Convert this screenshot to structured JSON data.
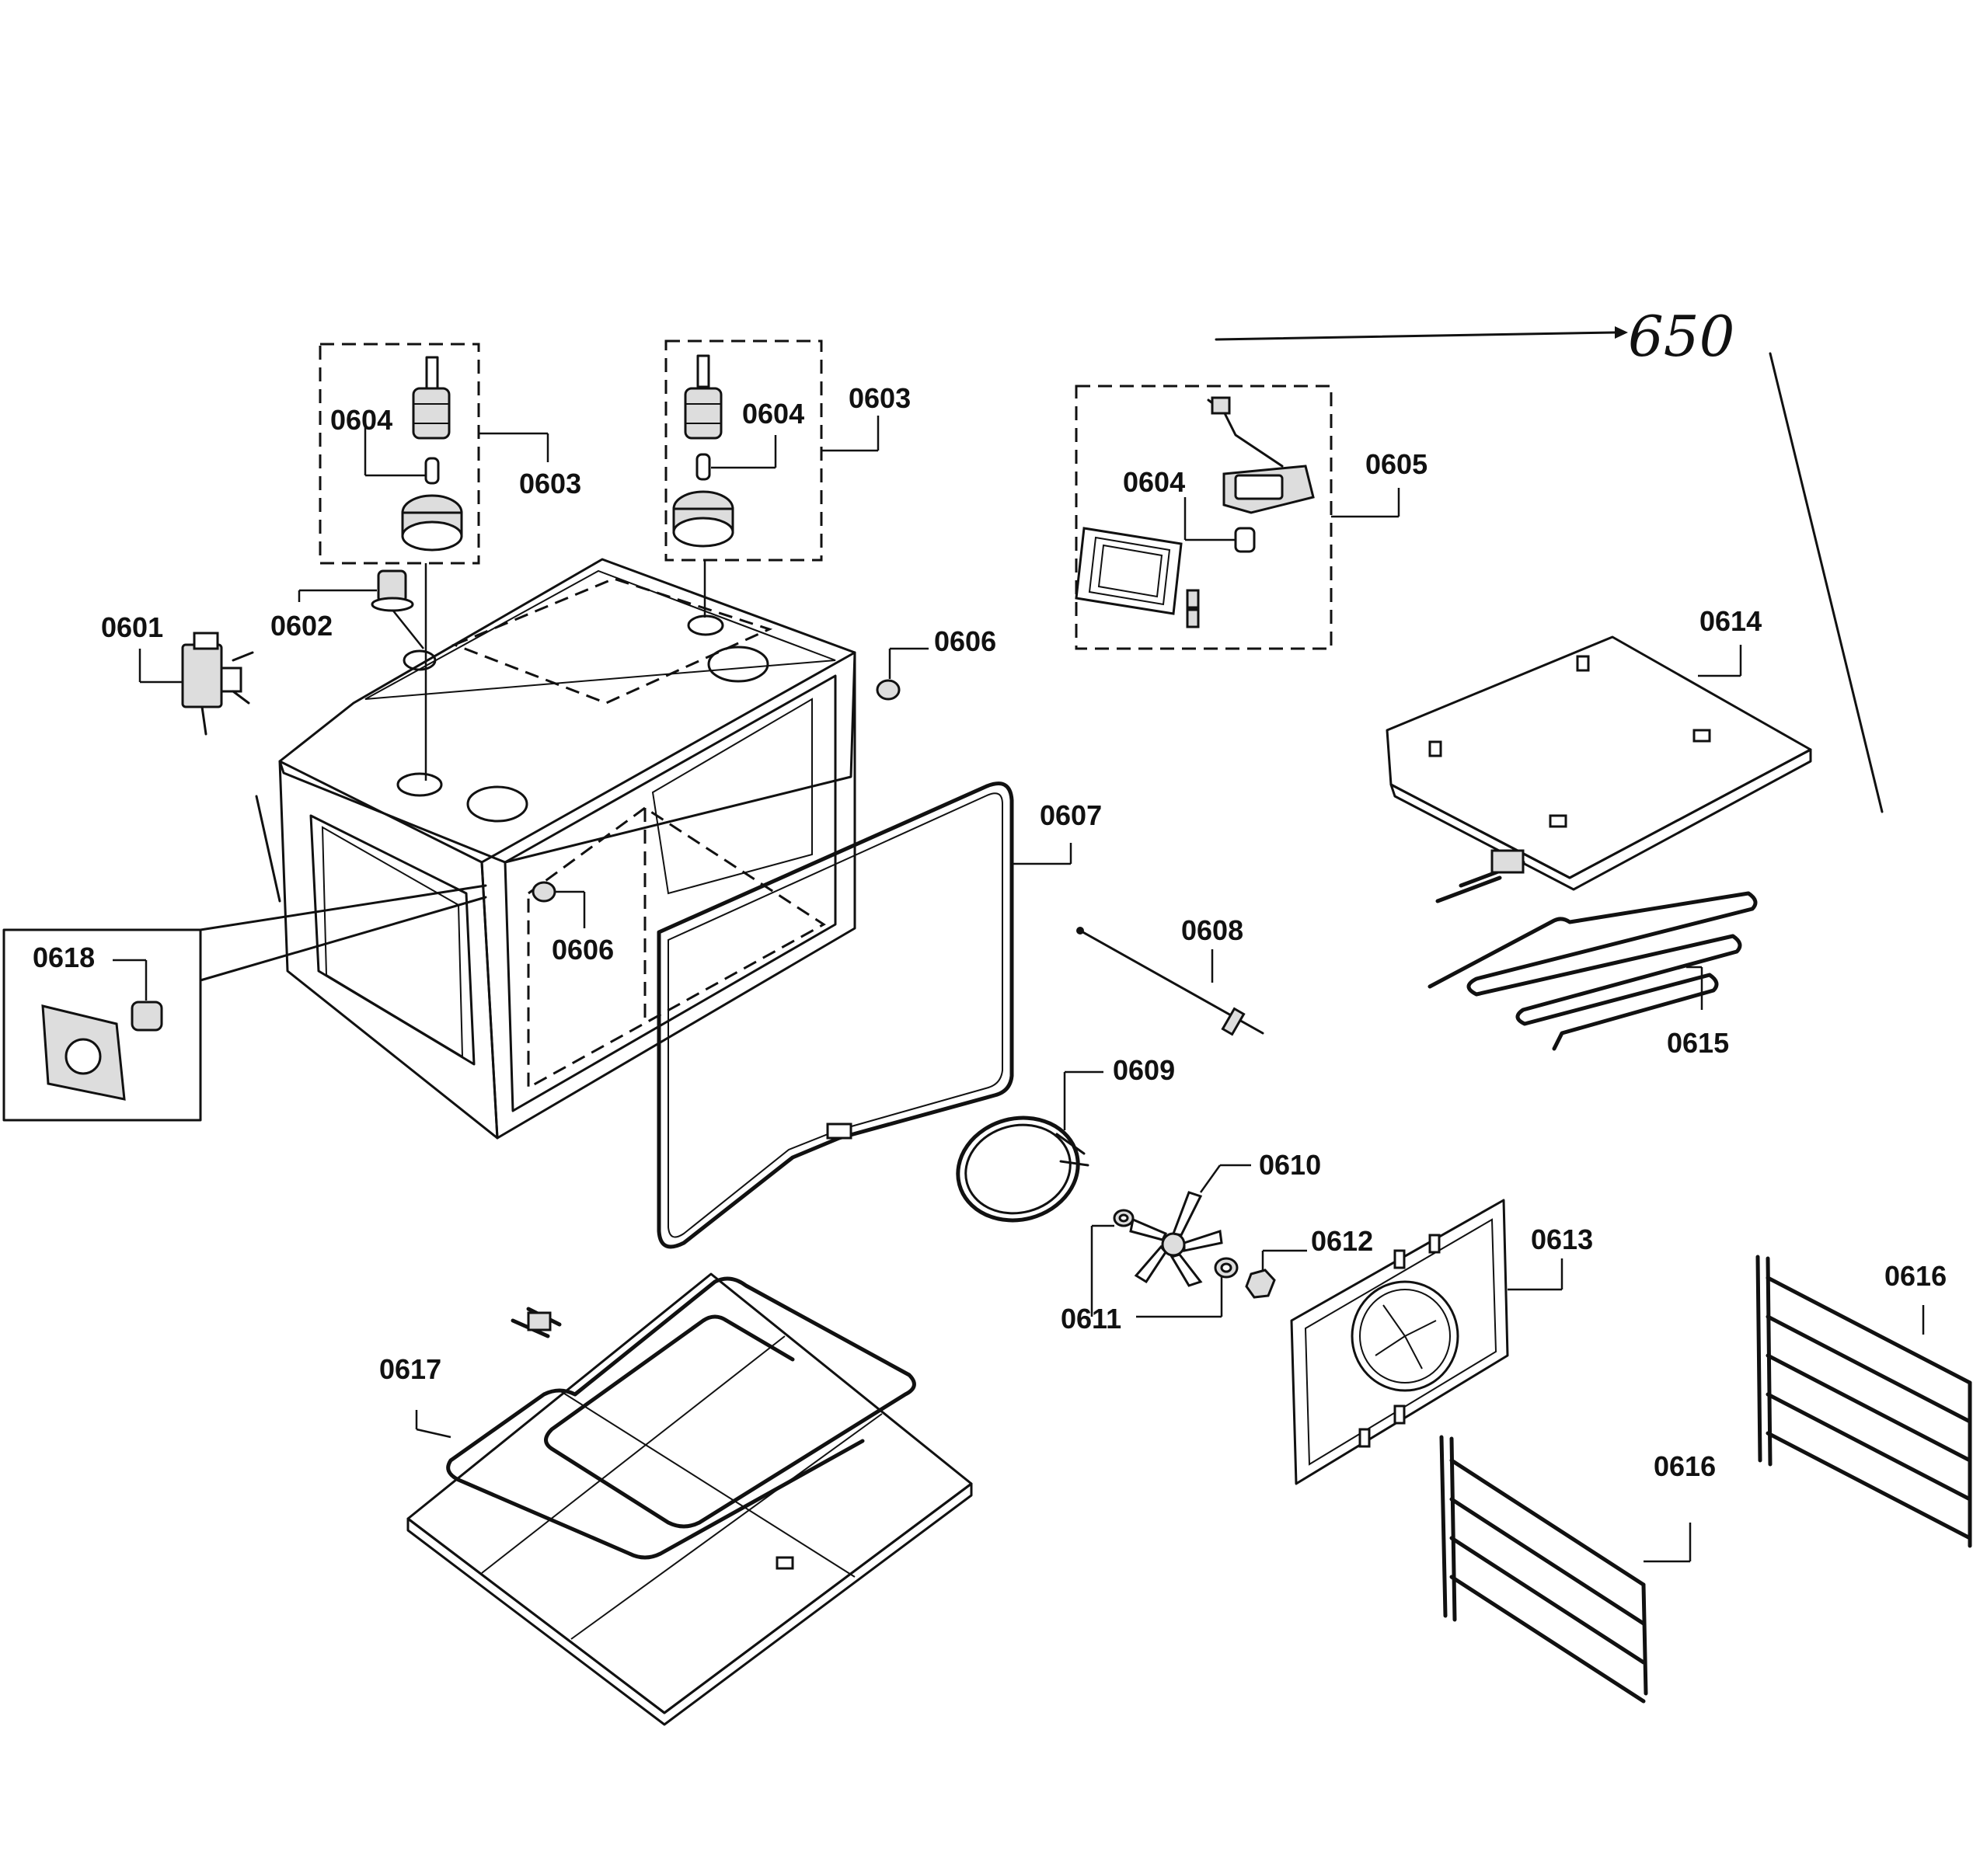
{
  "diagram": {
    "assembly_ref": "650",
    "labels": {
      "p0601": "0601",
      "p0602": "0602",
      "p0603a": "0603",
      "p0603b": "0603",
      "p0604a": "0604",
      "p0604b": "0604",
      "p0604c": "0604",
      "p0605": "0605",
      "p0606a": "0606",
      "p0606b": "0606",
      "p0607": "0607",
      "p0608": "0608",
      "p0609": "0609",
      "p0610": "0610",
      "p0611": "0611",
      "p0612": "0612",
      "p0613": "0613",
      "p0614": "0614",
      "p0615": "0615",
      "p0616a": "0616",
      "p0616b": "0616",
      "p0617": "0617",
      "p0618": "0618"
    }
  }
}
